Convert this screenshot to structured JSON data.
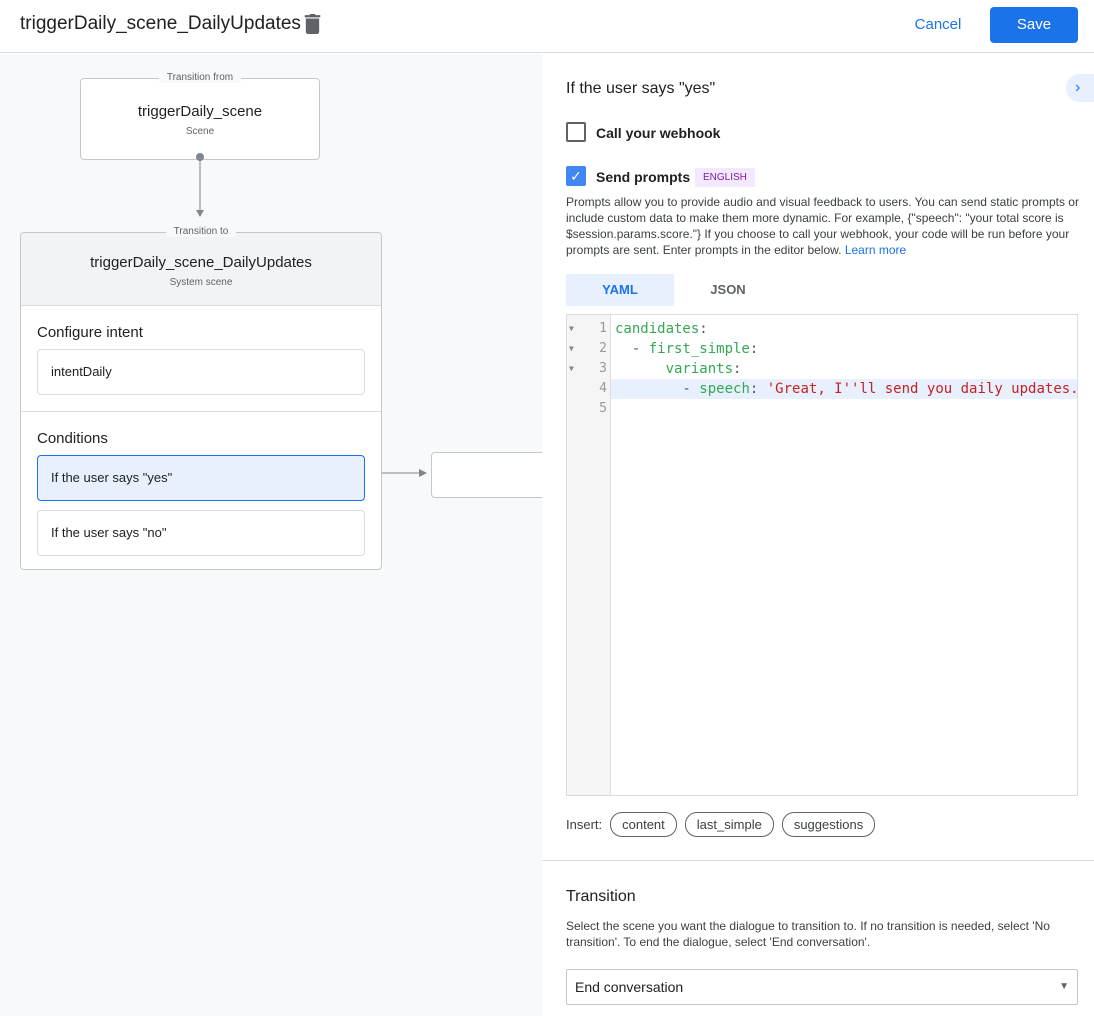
{
  "header": {
    "title": "triggerDaily_scene_DailyUpdates",
    "cancel": "Cancel",
    "save": "Save"
  },
  "canvas": {
    "from": {
      "legend": "Transition from",
      "name": "triggerDaily_scene",
      "type": "Scene"
    },
    "to": {
      "legend": "Transition to",
      "name": "triggerDaily_scene_DailyUpdates",
      "type": "System scene",
      "intent_title": "Configure intent",
      "intent": "intentDaily",
      "conditions_title": "Conditions",
      "conditions": [
        "If the user says \"yes\"",
        "If the user says \"no\""
      ]
    }
  },
  "panel": {
    "title": "If the user says \"yes\"",
    "webhook": {
      "label": "Call your webhook",
      "checked": false
    },
    "prompts": {
      "label": "Send prompts",
      "checked": true,
      "badge": "ENGLISH",
      "desc": "Prompts allow you to provide audio and visual feedback to users. You can send static prompts or include custom data to make them more dynamic. For example, {\"speech\": \"your total score is $session.params.score.\"} If you choose to call your webhook, your code will be run before your prompts are sent. Enter prompts in the editor below.",
      "learn_more": "Learn more"
    },
    "tabs": [
      "YAML",
      "JSON"
    ],
    "active_tab": "YAML",
    "editor": {
      "lines": [
        {
          "n": "1",
          "indent": "",
          "key": "candidates",
          "val": ""
        },
        {
          "n": "2",
          "indent": "  - ",
          "key": "first_simple",
          "val": ""
        },
        {
          "n": "3",
          "indent": "      ",
          "key": "variants",
          "val": ""
        },
        {
          "n": "4",
          "indent": "        - ",
          "key": "speech",
          "val": " 'Great, I''ll send you daily updates."
        },
        {
          "n": "5",
          "indent": "",
          "key": "",
          "val": ""
        }
      ]
    },
    "insert": {
      "label": "Insert:",
      "chips": [
        "content",
        "last_simple",
        "suggestions"
      ]
    },
    "transition": {
      "title": "Transition",
      "desc": "Select the scene you want the dialogue to transition to. If no transition is needed, select 'No transition'. To end the dialogue, select 'End conversation'.",
      "value": "End conversation"
    }
  }
}
